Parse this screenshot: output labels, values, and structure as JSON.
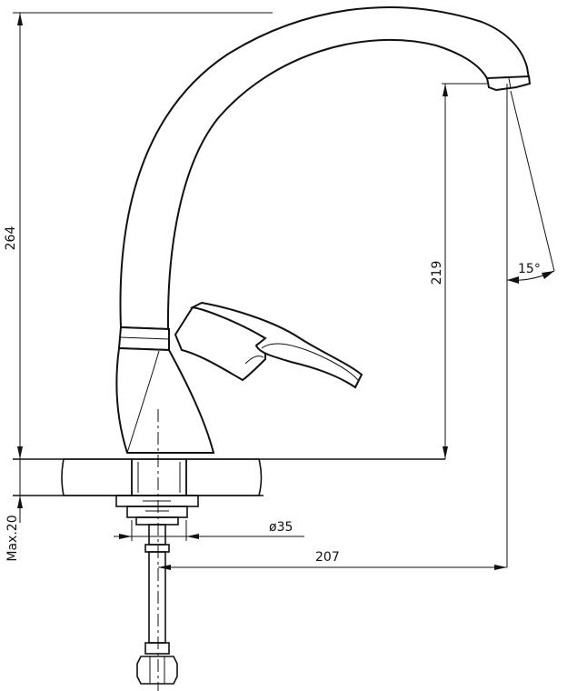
{
  "dimensions": {
    "total_height": "264",
    "spout_height": "219",
    "reach": "207",
    "hole_diameter": "ø35",
    "max_thickness": "Max.20",
    "swivel_angle": "15°"
  }
}
